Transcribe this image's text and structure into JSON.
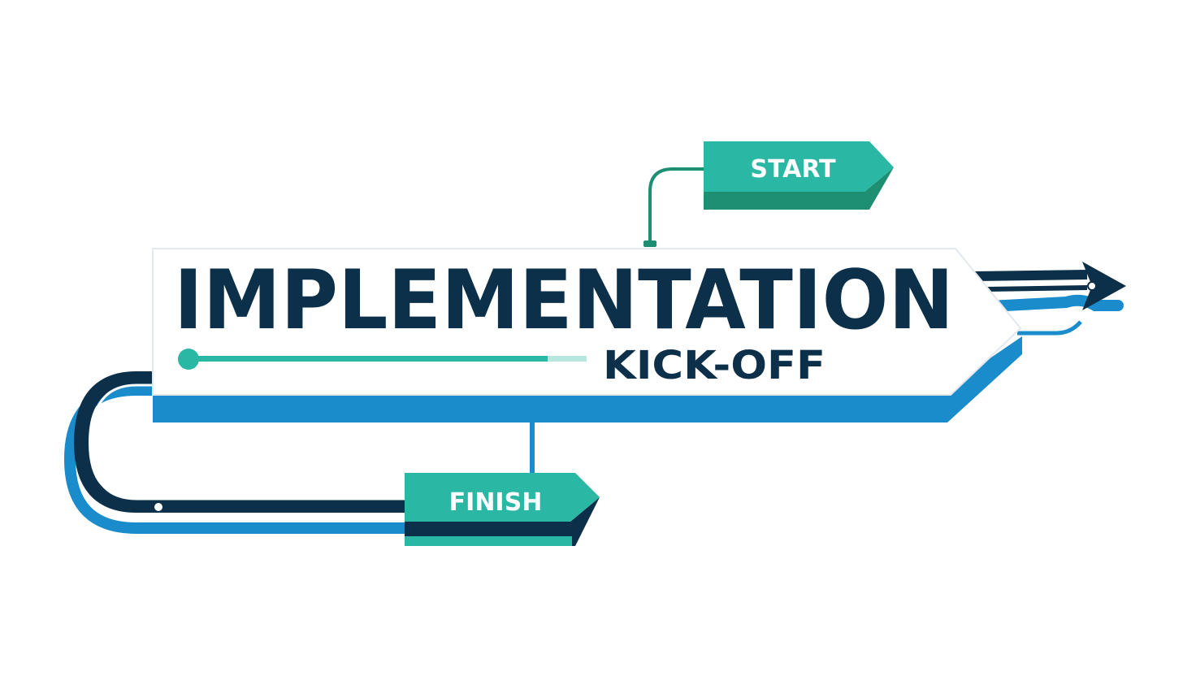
{
  "title": "IMPLEMENTATION",
  "subtitle": "KICK-OFF",
  "start_label": "START",
  "finish_label": "FINISH",
  "colors": {
    "navy": "#0c2f4a",
    "blue": "#1a8ccc",
    "teal": "#2ab8a4",
    "teal_dark": "#1f8f73",
    "white": "#ffffff"
  }
}
